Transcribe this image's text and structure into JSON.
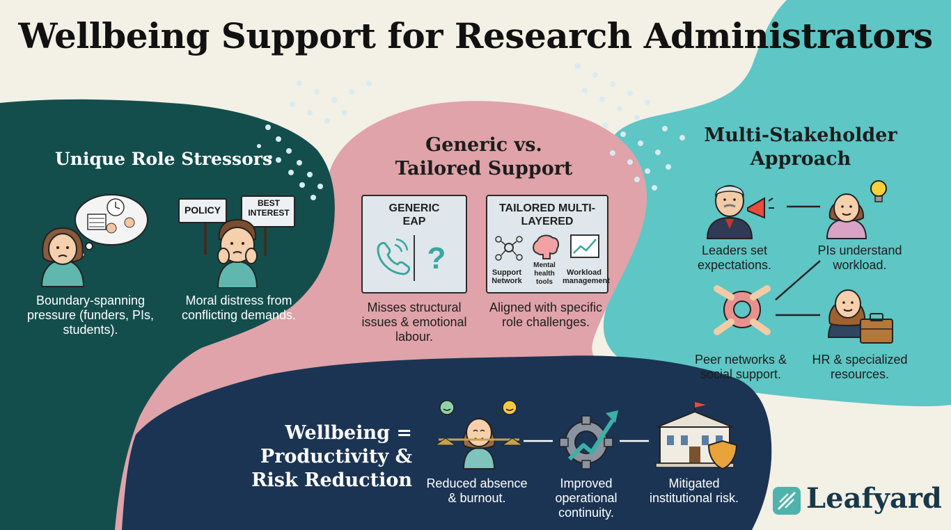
{
  "title": "Wellbeing Support for Research Administrators",
  "colors": {
    "background": "#f3f0e6",
    "teal_dark": "#134e4d",
    "pink": "#dfa3a9",
    "turquoise": "#5ec6c5",
    "navy": "#1b3454",
    "accent_teal": "#4db3ac"
  },
  "sections": {
    "stressors": {
      "heading": "Unique Role Stressors",
      "items": [
        {
          "caption": "Boundary-spanning pressure (funders, PIs, students).",
          "icon": "worried-person-icon"
        },
        {
          "caption": "Moral distress from conflicting demands.",
          "icon": "distressed-person-icon"
        }
      ],
      "signs": [
        "POLICY",
        "BEST INTEREST"
      ]
    },
    "support": {
      "heading": "Generic vs. Tailored Support",
      "generic": {
        "label": "GENERIC EAP",
        "caption": "Misses structural issues & emotional labour."
      },
      "tailored": {
        "label": "TAILORED MULTI-LAYERED",
        "caption": "Aligned with specific role challenges.",
        "tools": [
          "Support Network",
          "Mental health tools",
          "Workload management"
        ]
      }
    },
    "stakeholders": {
      "heading": "Multi-Stakeholder Approach",
      "items": [
        {
          "caption": "Leaders set expectations.",
          "icon": "leader-megaphone-icon"
        },
        {
          "caption": "PIs understand workload.",
          "icon": "pi-lightbulb-icon"
        },
        {
          "caption": "Peer networks & social support.",
          "icon": "peer-hands-icon"
        },
        {
          "caption": "HR & specialized resources.",
          "icon": "hr-briefcase-icon"
        }
      ]
    },
    "outcomes": {
      "heading": "Wellbeing = Productivity & Risk Reduction",
      "items": [
        {
          "caption": "Reduced absence & burnout.",
          "icon": "balance-person-icon"
        },
        {
          "caption": "Improved operational continuity.",
          "icon": "gear-growth-icon"
        },
        {
          "caption": "Mitigated institutional risk.",
          "icon": "institution-shield-icon"
        }
      ]
    }
  },
  "brand": {
    "name": "Leafyard",
    "icon": "leaf-logo-icon"
  }
}
